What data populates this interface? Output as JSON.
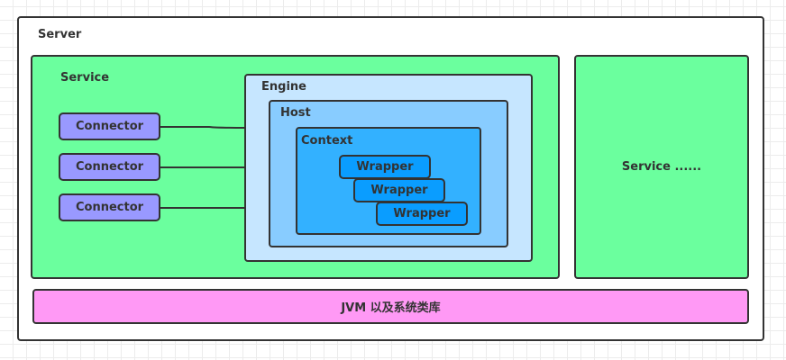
{
  "server": {
    "label": "Server"
  },
  "service_main": {
    "label": "Service",
    "connectors": [
      {
        "label": "Connector"
      },
      {
        "label": "Connector"
      },
      {
        "label": "Connector"
      }
    ],
    "engine": {
      "label": "Engine",
      "host": {
        "label": "Host",
        "context": {
          "label": "Context",
          "wrappers": [
            {
              "label": "Wrapper"
            },
            {
              "label": "Wrapper"
            },
            {
              "label": "Wrapper"
            }
          ]
        }
      }
    }
  },
  "service_other": {
    "label": "Service ......"
  },
  "jvm": {
    "label": "JVM 以及系统类库"
  },
  "colors": {
    "service": "#6bff9e",
    "connector": "#9999ff",
    "engine": "#c6e6ff",
    "host": "#88ccff",
    "context": "#33b1ff",
    "wrapper": "#0a9dff",
    "jvm": "#ff99f5",
    "stroke": "#333333"
  }
}
